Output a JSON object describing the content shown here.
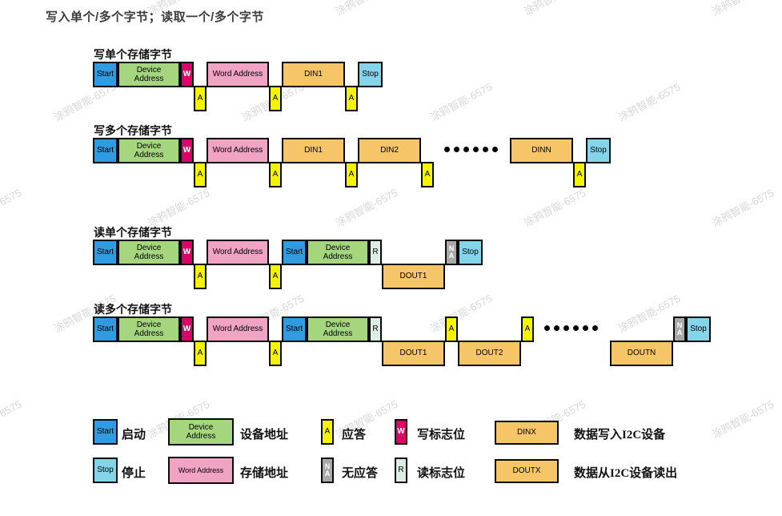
{
  "title": "写入单个/多个字节；读取一个/多个字节",
  "watermark": {
    "text": "涂鸦智能-6575"
  },
  "colors": {
    "start": "#2f9be0",
    "stop": "#84d5ea",
    "device_address": "#a5d67d",
    "word_address": "#f0a3c3",
    "write_flag": "#de0068",
    "read_flag": "#dcefe2",
    "ack": "#f4f400",
    "nack": "#a9a9a9",
    "data": "#f6c568",
    "border": "#0a0a0a"
  },
  "diagrams": [
    {
      "label": "写单个存储字节",
      "blocks": [
        {
          "kind": "start",
          "label": "Start"
        },
        {
          "kind": "device",
          "label": "Device\nAddress"
        },
        {
          "kind": "wflag",
          "label": "W"
        },
        {
          "kind": "ack",
          "label": "A",
          "row": "bottom"
        },
        {
          "kind": "word",
          "label": "Word Address"
        },
        {
          "kind": "ack",
          "label": "A",
          "row": "bottom"
        },
        {
          "kind": "data",
          "label": "DIN1"
        },
        {
          "kind": "ack",
          "label": "A",
          "row": "bottom"
        },
        {
          "kind": "stop",
          "label": "Stop"
        }
      ]
    },
    {
      "label": "写多个存储字节",
      "blocks": [
        {
          "kind": "start",
          "label": "Start"
        },
        {
          "kind": "device",
          "label": "Device\nAddress"
        },
        {
          "kind": "wflag",
          "label": "W"
        },
        {
          "kind": "ack",
          "label": "A",
          "row": "bottom"
        },
        {
          "kind": "word",
          "label": "Word Address"
        },
        {
          "kind": "ack",
          "label": "A",
          "row": "bottom"
        },
        {
          "kind": "data",
          "label": "DIN1"
        },
        {
          "kind": "ack",
          "label": "A",
          "row": "bottom"
        },
        {
          "kind": "data",
          "label": "DIN2"
        },
        {
          "kind": "ack",
          "label": "A",
          "row": "bottom"
        },
        {
          "kind": "dots"
        },
        {
          "kind": "data",
          "label": "DINN"
        },
        {
          "kind": "ack",
          "label": "A",
          "row": "bottom"
        },
        {
          "kind": "stop",
          "label": "Stop"
        }
      ]
    },
    {
      "label": "读单个存储字节",
      "blocks": [
        {
          "kind": "start",
          "label": "Start"
        },
        {
          "kind": "device",
          "label": "Device\nAddress"
        },
        {
          "kind": "wflag",
          "label": "W"
        },
        {
          "kind": "ack",
          "label": "A",
          "row": "bottom"
        },
        {
          "kind": "word",
          "label": "Word Address"
        },
        {
          "kind": "ack",
          "label": "A",
          "row": "bottom"
        },
        {
          "kind": "start",
          "label": "Start"
        },
        {
          "kind": "device",
          "label": "Device\nAddress"
        },
        {
          "kind": "rflag",
          "label": "R"
        },
        {
          "kind": "data",
          "label": "DOUT1",
          "row": "bottom"
        },
        {
          "kind": "nack",
          "label": "N\nA"
        },
        {
          "kind": "stop",
          "label": "Stop"
        }
      ]
    },
    {
      "label": "读多个存储字节",
      "blocks": [
        {
          "kind": "start",
          "label": "Start"
        },
        {
          "kind": "device",
          "label": "Device\nAddress"
        },
        {
          "kind": "wflag",
          "label": "W"
        },
        {
          "kind": "ack",
          "label": "A",
          "row": "bottom"
        },
        {
          "kind": "word",
          "label": "Word Address"
        },
        {
          "kind": "ack",
          "label": "A",
          "row": "bottom"
        },
        {
          "kind": "start",
          "label": "Start"
        },
        {
          "kind": "device",
          "label": "Device\nAddress"
        },
        {
          "kind": "rflag",
          "label": "R"
        },
        {
          "kind": "data",
          "label": "DOUT1",
          "row": "bottom"
        },
        {
          "kind": "ack",
          "label": "A"
        },
        {
          "kind": "data",
          "label": "DOUT2",
          "row": "bottom"
        },
        {
          "kind": "ack",
          "label": "A"
        },
        {
          "kind": "dots"
        },
        {
          "kind": "data",
          "label": "DOUTN",
          "row": "bottom"
        },
        {
          "kind": "nack",
          "label": "N\nA"
        },
        {
          "kind": "stop",
          "label": "Stop"
        }
      ]
    }
  ],
  "legend": {
    "items": [
      {
        "kind": "start",
        "block_label": "Start",
        "text": "启动",
        "row": 0,
        "col": 0
      },
      {
        "kind": "stop",
        "block_label": "Stop",
        "text": "停止",
        "row": 1,
        "col": 0
      },
      {
        "kind": "device",
        "block_label": "Device\nAddress",
        "text": "设备地址",
        "row": 0,
        "col": 1
      },
      {
        "kind": "word",
        "block_label": "Word Address",
        "text": "存储地址",
        "row": 1,
        "col": 1
      },
      {
        "kind": "ack",
        "block_label": "A",
        "text": "应答",
        "row": 0,
        "col": 2
      },
      {
        "kind": "nack",
        "block_label": "N\nA",
        "text": "无应答",
        "row": 1,
        "col": 2
      },
      {
        "kind": "wflag",
        "block_label": "W",
        "text": "写标志位",
        "row": 0,
        "col": 3
      },
      {
        "kind": "rflag",
        "block_label": "R",
        "text": "读标志位",
        "row": 1,
        "col": 3
      },
      {
        "kind": "data",
        "block_label": "DINX",
        "text": "数据写入I2C设备",
        "row": 0,
        "col": 4
      },
      {
        "kind": "data",
        "block_label": "DOUTX",
        "text": "数据从I2C设备读出",
        "row": 1,
        "col": 4
      }
    ]
  }
}
